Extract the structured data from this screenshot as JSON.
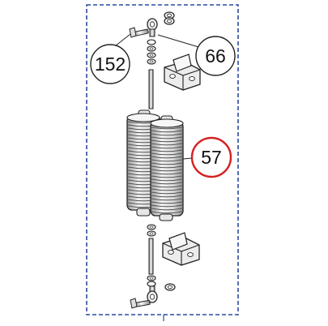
{
  "diagram": {
    "callouts": {
      "c152": "152",
      "c66": "66",
      "c57": "57"
    },
    "highlighted_callout": "57",
    "colors": {
      "frame": "#2b4aa0",
      "highlight": "#d42020",
      "line": "#222222",
      "part_fill": "#f4f4f4",
      "part_shade": "#cfcfcf"
    }
  }
}
